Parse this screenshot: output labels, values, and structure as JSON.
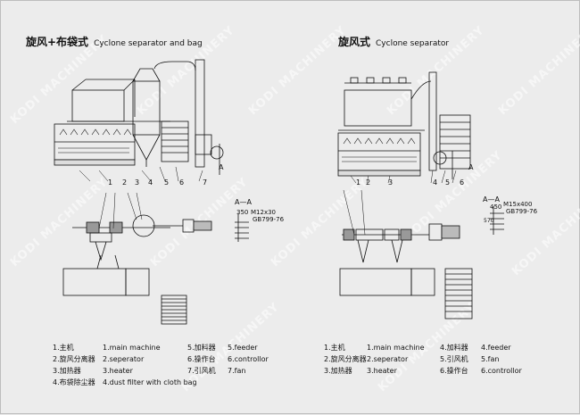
{
  "watermark": "KODI MACHINERY",
  "left": {
    "title_cn": "旋风+布袋式",
    "title_en": "Cyclone separator and bag",
    "callouts": [
      "1",
      "2",
      "3",
      "4",
      "5",
      "6",
      "7"
    ],
    "section_mark": "A",
    "dim_label": "A—A",
    "dim_value": "350",
    "bolt": "M12x30",
    "std": "GB799-76",
    "legend": [
      [
        "1.主机",
        "1.main machine",
        "5.加料器",
        "5.feeder"
      ],
      [
        "2.旋风分离器",
        "2.seperator",
        "6.操作台",
        "6.controllor"
      ],
      [
        "3.加热器",
        "3.heater",
        "7.引风机",
        "7.fan"
      ],
      [
        "4.布袋除尘器",
        "4.dust filter with cloth bag",
        "",
        ""
      ]
    ]
  },
  "right": {
    "title_cn": "旋风式",
    "title_en": "Cyclone separator",
    "callouts": [
      "1",
      "2",
      "3",
      "4",
      "5",
      "6"
    ],
    "section_mark": "A",
    "dim_label": "A—A",
    "dim_value": "450",
    "dim_side": "570",
    "bolt": "M15x400",
    "std": "GB799-76",
    "legend": [
      [
        "1.主机",
        "1.main machine",
        "4.加料器",
        "4.feeder"
      ],
      [
        "2.旋风分离器",
        "2.seperator",
        "5.引风机",
        "5.fan"
      ],
      [
        "3.加热器",
        "3.heater",
        "6.操作台",
        "6.controllor"
      ]
    ]
  }
}
